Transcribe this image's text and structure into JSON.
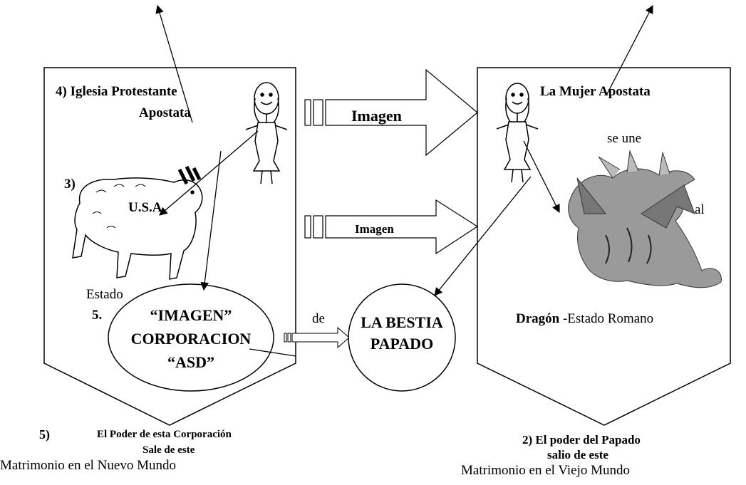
{
  "left": {
    "church_line1": "4) Iglesia Protestante",
    "church_line2": "Apostata",
    "num3": "3)",
    "usa": "U.S.A",
    "estado": "Estado",
    "num5": "5.",
    "image_corp": [
      "“IMAGEN”",
      "CORPORACION",
      "“ASD”"
    ],
    "footer_num": "5)",
    "footer_line1": "El Poder de esta Corporación",
    "footer_line2": "Sale de este",
    "footer_line3": "Matrimonio en el Nuevo Mundo"
  },
  "middle": {
    "arrow1_label": "Imagen",
    "arrow2_label": "Imagen",
    "de": "de",
    "beast": [
      "LA BESTIA",
      "PAPADO"
    ]
  },
  "right": {
    "woman": "La Mujer Apostata",
    "se_une": "se une",
    "al": "al",
    "dragon_bold": "Dragón",
    "dragon_rest": " -Estado Romano",
    "footer_line1": "2) El poder del Papado",
    "footer_line2": "salio de este",
    "footer_line3": "Matrimonio en el Viejo Mundo"
  }
}
